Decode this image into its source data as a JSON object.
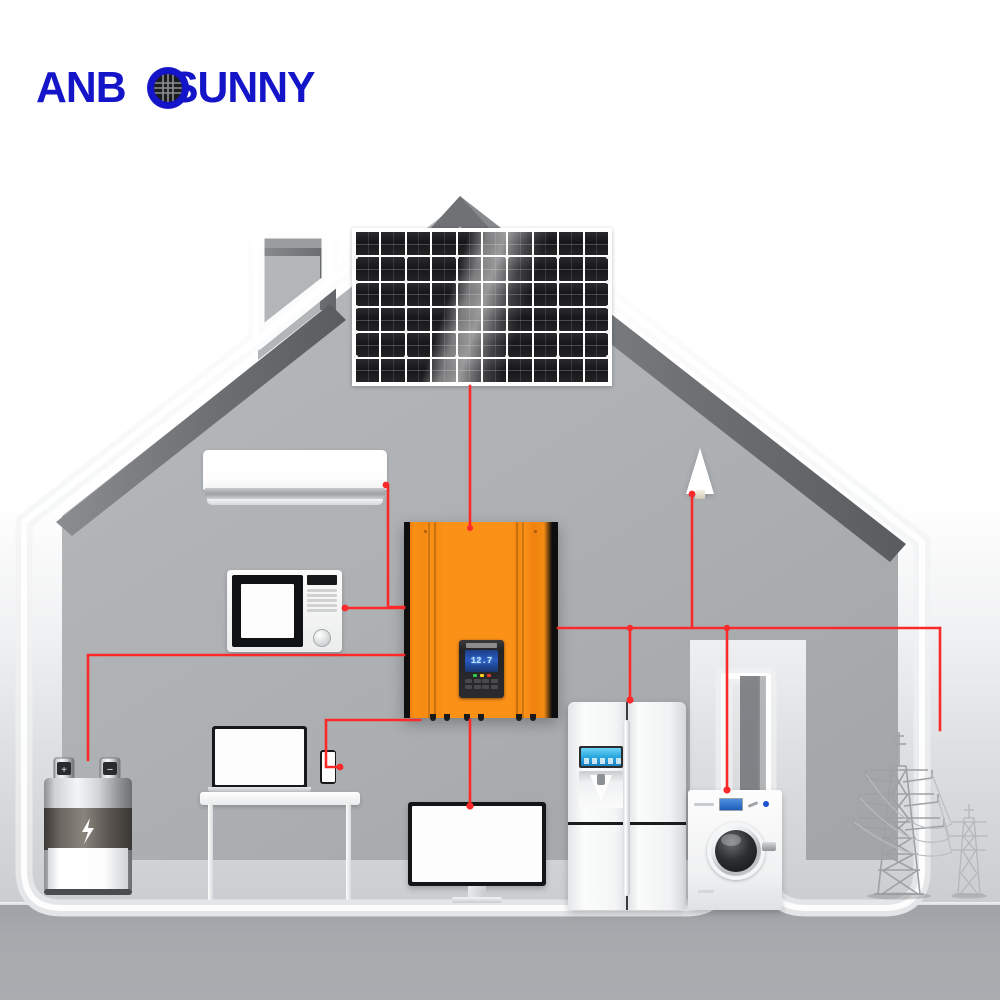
{
  "brand": {
    "name_part1": "ANB",
    "name_globe": "O",
    "name_part2": "SUNNY",
    "full_name": "ANBOSUNNY",
    "logo_color": "#1414c8",
    "globe_icon": "globe-grid-icon"
  },
  "scene": {
    "title": "Off-grid solar home energy system diagram",
    "wire_color": "#fb2a2a",
    "house_fill": "#adb0b3",
    "house_band": "#f5f6f7",
    "house_shadow": "#6d7073",
    "floor_color": "#a6aaad"
  },
  "devices": {
    "solar_panel": {
      "name": "Solar panel array",
      "icon": "solar-panel-icon",
      "cols": 10,
      "rows": 6,
      "cell_color": "#1d1d20",
      "frame_color": "#ffffff"
    },
    "inverter": {
      "name": "Hybrid solar inverter",
      "icon": "inverter-icon",
      "body_color": "#fb9117",
      "side_color": "#0e0e0e",
      "display_value": "12.7",
      "display_backlight": "#2a5bc0",
      "led_colors": [
        "#2ecb4a",
        "#ffd21e",
        "#e8352b"
      ]
    },
    "air_conditioner": {
      "name": "Split air conditioner",
      "icon": "air-conditioner-icon"
    },
    "microwave": {
      "name": "Microwave oven",
      "icon": "microwave-icon"
    },
    "laptop": {
      "name": "Laptop computer",
      "icon": "laptop-icon"
    },
    "phone": {
      "name": "Smartphone",
      "icon": "smartphone-icon"
    },
    "desk": {
      "name": "Desk",
      "icon": "desk-icon"
    },
    "monitor": {
      "name": "Desktop monitor",
      "icon": "monitor-icon"
    },
    "lamp": {
      "name": "Floor lamp",
      "icon": "lamp-icon"
    },
    "refrigerator": {
      "name": "French door refrigerator",
      "icon": "refrigerator-icon"
    },
    "washing_machine": {
      "name": "Front load washing machine",
      "icon": "washing-machine-icon"
    },
    "battery": {
      "name": "Storage battery",
      "icon": "battery-icon",
      "symbol": "⚡",
      "terminal_plus": "+",
      "terminal_minus": "−"
    },
    "power_tower": {
      "name": "Electricity transmission pylons",
      "icon": "power-tower-icon",
      "count": 2
    }
  },
  "connections": [
    {
      "from": "solar_panel",
      "to": "inverter"
    },
    {
      "from": "inverter",
      "to": "air_conditioner"
    },
    {
      "from": "inverter",
      "to": "microwave"
    },
    {
      "from": "inverter",
      "to": "battery"
    },
    {
      "from": "inverter",
      "to": "phone"
    },
    {
      "from": "inverter",
      "to": "monitor"
    },
    {
      "from": "inverter",
      "to": "lamp"
    },
    {
      "from": "inverter",
      "to": "refrigerator"
    },
    {
      "from": "inverter",
      "to": "washing_machine"
    },
    {
      "from": "inverter",
      "to": "power_tower"
    }
  ]
}
